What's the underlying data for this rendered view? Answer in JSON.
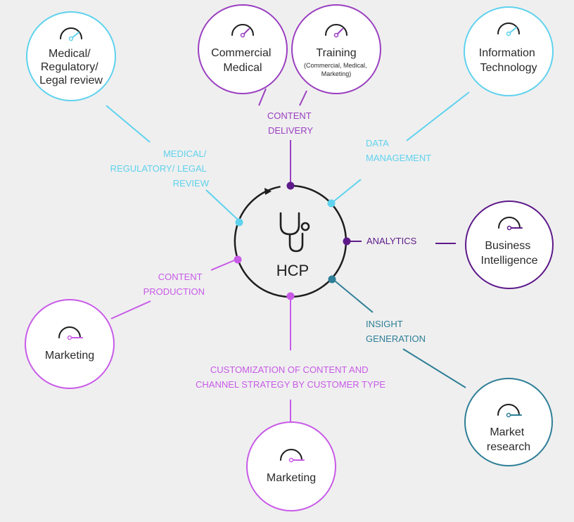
{
  "center": {
    "label": "HCP",
    "icon": "stethoscope-icon"
  },
  "nodes": {
    "medical_regulatory": {
      "lines": [
        "Medical/",
        "Regulatory/",
        "Legal review"
      ],
      "icon": "gauge-icon"
    },
    "commercial_medical": {
      "lines": [
        "Commercial",
        "Medical"
      ],
      "icon": "gauge-icon"
    },
    "training": {
      "lines": [
        "Training"
      ],
      "sub": [
        "(Commercial, Medical,",
        "Marketing)"
      ],
      "icon": "gauge-icon"
    },
    "information_technology": {
      "lines": [
        "Information",
        "Technology"
      ],
      "icon": "gauge-icon"
    },
    "business_intelligence": {
      "lines": [
        "Business",
        "Intelligence"
      ],
      "icon": "gauge-icon"
    },
    "marketing_left": {
      "lines": [
        "Marketing"
      ],
      "icon": "gauge-icon"
    },
    "market_research": {
      "lines": [
        "Market",
        "research"
      ],
      "icon": "gauge-icon"
    },
    "marketing_bottom": {
      "lines": [
        "Marketing"
      ],
      "icon": "gauge-icon"
    }
  },
  "connections": {
    "content_delivery": [
      "CONTENT",
      "DELIVERY"
    ],
    "data_management": [
      "DATA",
      "MANAGEMENT"
    ],
    "medical_review": [
      "MEDICAL/",
      "REGULATORY/ LEGAL",
      "REVIEW"
    ],
    "analytics": [
      "ANALYTICS"
    ],
    "content_production": [
      "CONTENT",
      "PRODUCTION"
    ],
    "insight_generation": [
      "INSIGHT",
      "GENERATION"
    ],
    "customization": [
      "CUSTOMIZATION OF CONTENT AND",
      "CHANNEL STRATEGY BY CUSTOMER TYPE"
    ]
  },
  "colors": {
    "background": "#efefef",
    "cyan": "#5fd2ee",
    "purple": "#9a3fc0",
    "dark_purple": "#5e1a8a",
    "magenta": "#c85ae8",
    "teal": "#2e7e97",
    "ring": "#1e1e1e"
  }
}
